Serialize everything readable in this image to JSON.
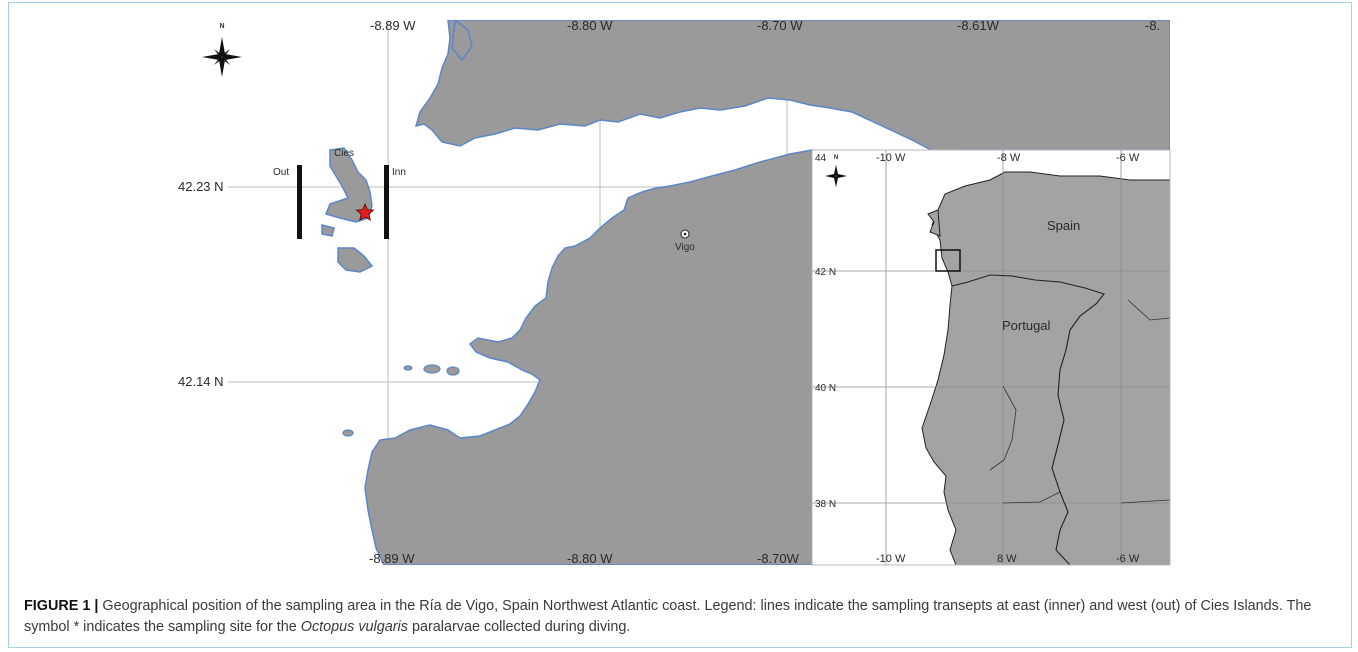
{
  "figure": {
    "label": "FIGURE 1 |",
    "caption_before_italic": "Geographical position of the sampling area in the Ría de Vigo, Spain Northwest Atlantic coast. Legend: lines indicate the sampling transepts at east (inner) and west (out) of Cies Islands. The symbol * indicates the sampling site for the ",
    "caption_italic": "Octopus vulgaris",
    "caption_after_italic": " paralarvae collected during diving."
  },
  "main_map": {
    "lon_labels_top": [
      "-8.89 W",
      "-8.80 W",
      "-8.70 W",
      "-8.61W",
      "-8."
    ],
    "lon_labels_bottom": [
      "-8.89 W",
      "-8.80 W",
      "-8.70W"
    ],
    "lat_labels": [
      "42.23 N",
      "42.14 N"
    ],
    "north_label": "N",
    "place_labels": {
      "islands": "Cies",
      "out": "Out",
      "inn": "Inn",
      "city": "Vigo"
    },
    "colors": {
      "land": "#9a9a9a",
      "coast": "#5b86c8",
      "grid": "#bdbdbd",
      "star": "#e02020"
    }
  },
  "inset_map": {
    "lon_labels_top": [
      "-10 W",
      "-8 W",
      "-6 W"
    ],
    "lon_labels_bottom": [
      "-10 W",
      "8 W",
      "-6 W"
    ],
    "lat_labels": [
      "44",
      "42 N",
      "40 N",
      "38 N"
    ],
    "north_label": "N",
    "country_labels": [
      "Spain",
      "Portugal"
    ],
    "colors": {
      "land": "#a3a3a3",
      "border": "#222222"
    }
  }
}
